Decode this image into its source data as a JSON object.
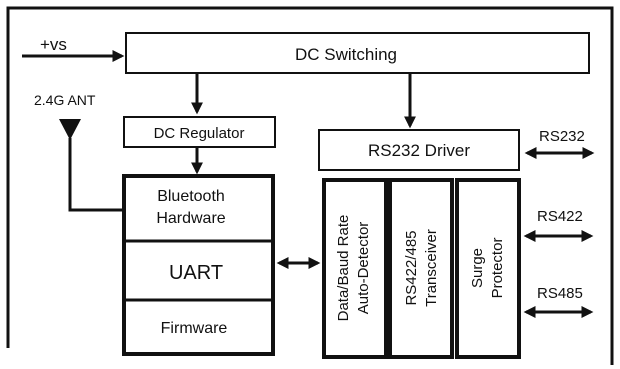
{
  "diagram": {
    "power_input": "+vs",
    "antenna": "2.4G ANT",
    "dc_switching": "DC Switching",
    "dc_regulator": "DC Regulator",
    "rs232_driver": "RS232 Driver",
    "bluetooth_hardware": [
      "Bluetooth",
      "Hardware"
    ],
    "uart": "UART",
    "firmware": "Firmware",
    "auto_detector": [
      "Data/Baud Rate",
      "Auto-Detector"
    ],
    "transceiver": [
      "RS422/485",
      "Transceiver"
    ],
    "surge_protector": [
      "Surge",
      "Protector"
    ],
    "ports": {
      "rs232": "RS232",
      "rs422": "RS422",
      "rs485": "RS485"
    }
  },
  "colors": {
    "line": "#111111",
    "background": "#ffffff"
  }
}
